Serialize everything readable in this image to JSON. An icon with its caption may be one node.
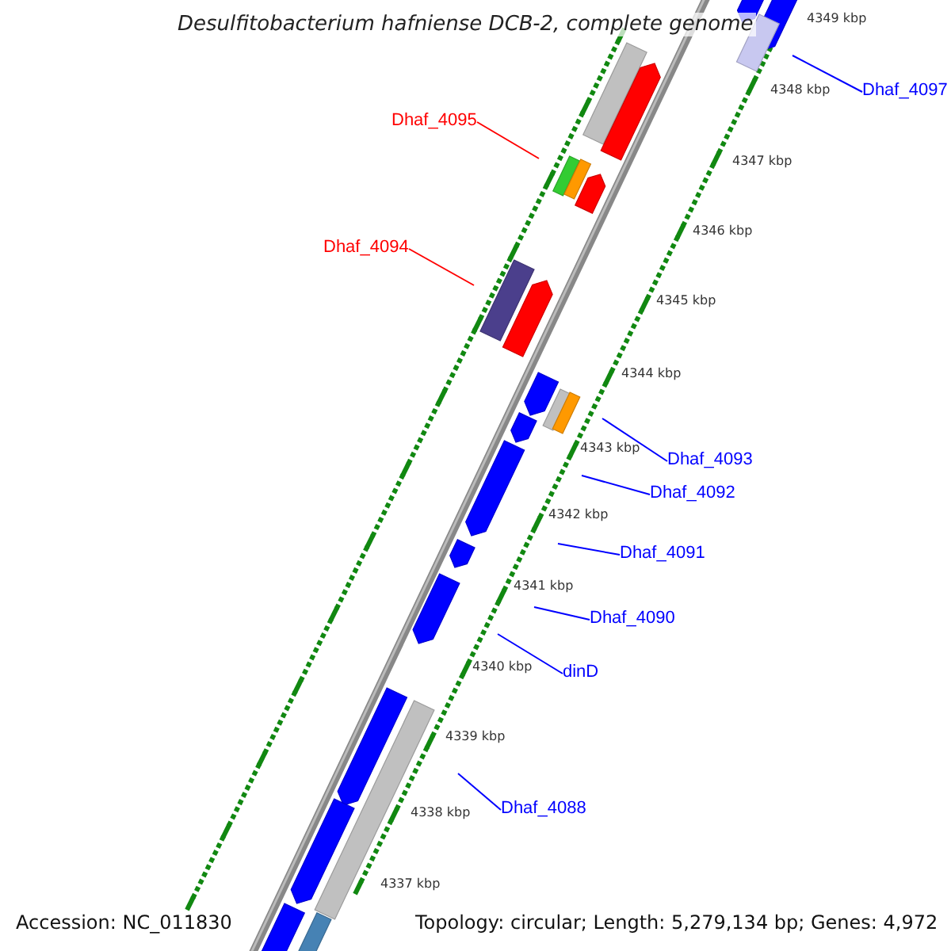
{
  "diagram": {
    "title": "Desulfitobacterium hafniense DCB-2, complete genome",
    "nodes": [
      {
        "text": [
          "Dhaf_4097"
        ]
      },
      {
        "text": [
          "Dhaf_4095"
        ]
      },
      {
        "text": [
          "Dhaf_4094"
        ]
      },
      {
        "text": [
          "Dhaf_4093"
        ]
      },
      {
        "text": [
          "Dhaf_4092"
        ]
      },
      {
        "text": [
          "Dhaf_4091"
        ]
      },
      {
        "text": [
          "Dhaf_4090"
        ]
      },
      {
        "text": [
          "dinD"
        ]
      },
      {
        "text": [
          "Dhaf_4088"
        ]
      }
    ],
    "edges": [
      {
        "from": 0,
        "to": null,
        "arrow": "none"
      },
      {
        "from": 1,
        "to": null,
        "arrow": "none",
        "color": "#ff0000"
      },
      {
        "from": 2,
        "to": null,
        "arrow": "none",
        "color": "#ff0000"
      },
      {
        "from": 3,
        "to": null,
        "arrow": "none"
      },
      {
        "from": 4,
        "to": null,
        "arrow": "none"
      },
      {
        "from": 5,
        "to": null,
        "arrow": "none"
      },
      {
        "from": 6,
        "to": null,
        "arrow": "none"
      },
      {
        "from": 7,
        "to": null,
        "arrow": "none"
      },
      {
        "from": 8,
        "to": null,
        "arrow": "none"
      }
    ],
    "labels": [
      "4349 kbp",
      "4348 kbp",
      "4347 kbp",
      "4346 kbp",
      "4345 kbp",
      "4344 kbp",
      "4343 kbp",
      "4342 kbp",
      "4341 kbp",
      "4340 kbp",
      "4339 kbp",
      "4338 kbp",
      "4337 kbp",
      "Accession: NC_011830",
      "Topology: circular; Length: 5,279,134 bp; Genes: 4,972"
    ]
  }
}
